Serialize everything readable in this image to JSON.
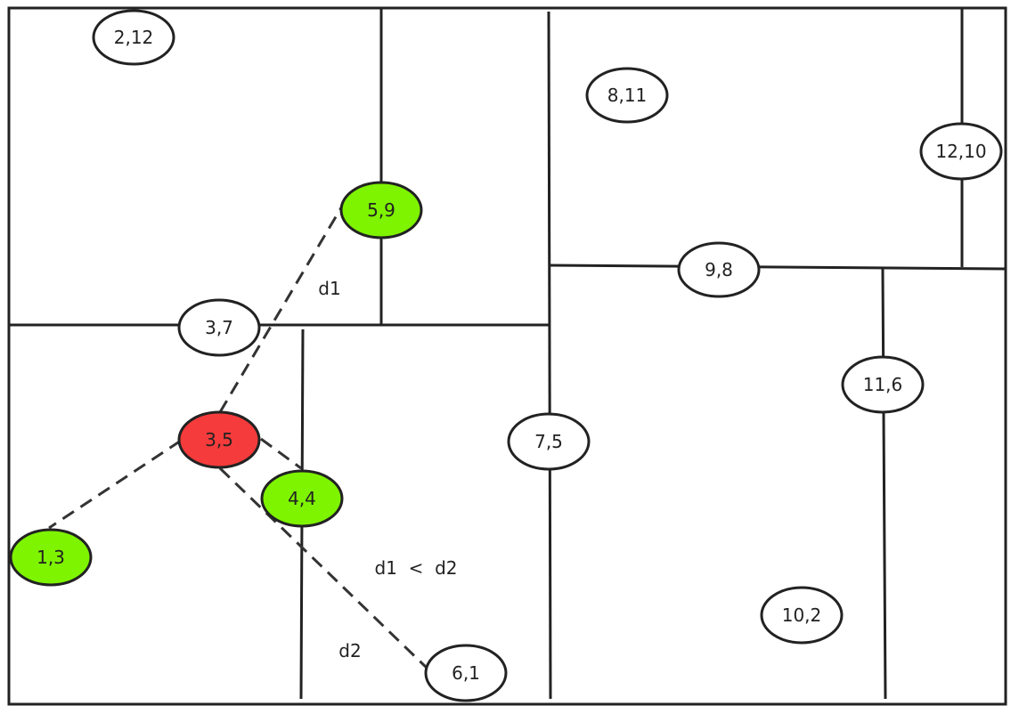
{
  "points": [
    {
      "id": "p-2-12",
      "label": "2,12",
      "fill": "#ffffff"
    },
    {
      "id": "p-8-11",
      "label": "8,11",
      "fill": "#ffffff"
    },
    {
      "id": "p-12-10",
      "label": "12,10",
      "fill": "#ffffff"
    },
    {
      "id": "p-5-9",
      "label": "5,9",
      "fill": "#7ef400"
    },
    {
      "id": "p-9-8",
      "label": "9,8",
      "fill": "#ffffff"
    },
    {
      "id": "p-3-7",
      "label": "3,7",
      "fill": "#ffffff"
    },
    {
      "id": "p-11-6",
      "label": "11,6",
      "fill": "#ffffff"
    },
    {
      "id": "p-3-5",
      "label": "3,5",
      "fill": "#f53b3b"
    },
    {
      "id": "p-7-5",
      "label": "7,5",
      "fill": "#ffffff"
    },
    {
      "id": "p-4-4",
      "label": "4,4",
      "fill": "#7ef400"
    },
    {
      "id": "p-1-3",
      "label": "1,3",
      "fill": "#7ef400"
    },
    {
      "id": "p-10-2",
      "label": "10,2",
      "fill": "#ffffff"
    },
    {
      "id": "p-6-1",
      "label": "6,1",
      "fill": "#ffffff"
    }
  ],
  "annotations": {
    "d1": "d1",
    "d2": "d2",
    "comparison": "d1  <  d2"
  },
  "colors": {
    "line": "#222222",
    "query_point": "#f53b3b",
    "neighbor_point": "#7ef400",
    "plain_point": "#ffffff"
  }
}
